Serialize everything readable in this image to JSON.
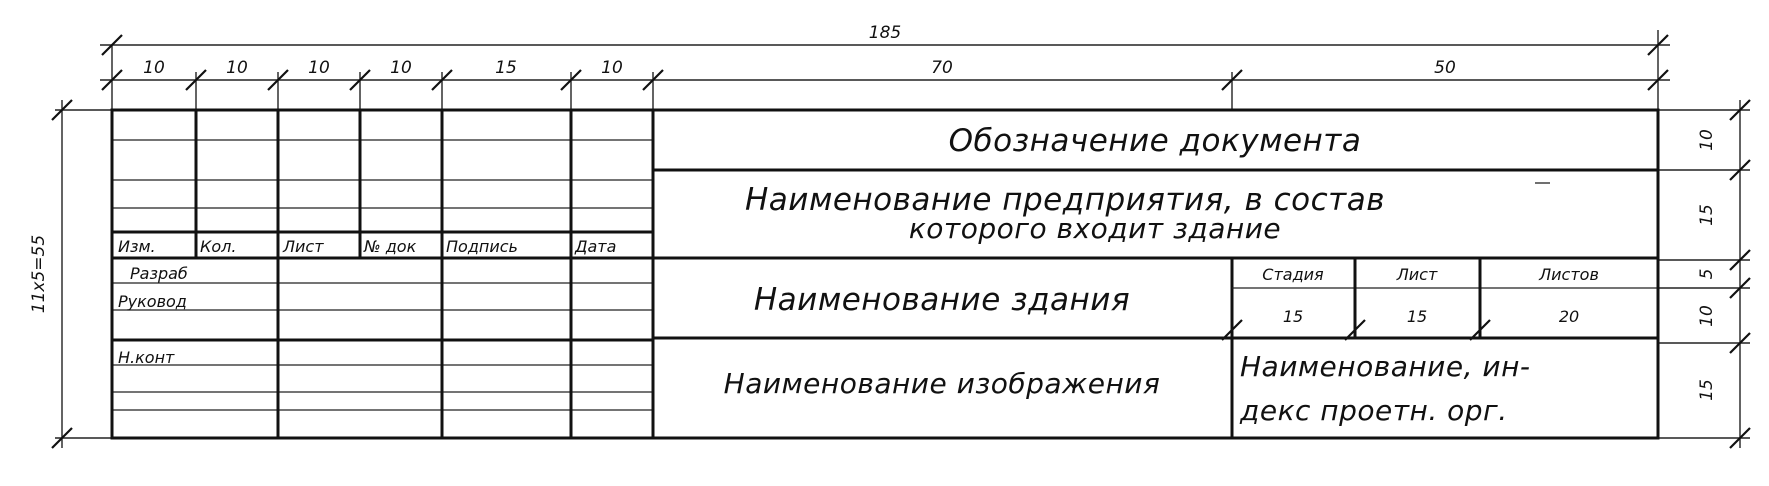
{
  "dimensions": {
    "total_width": "185",
    "columns": [
      "10",
      "10",
      "10",
      "10",
      "15",
      "10",
      "70",
      "50"
    ],
    "left_height": "11х5=55",
    "right_rows": [
      "10",
      "15",
      "5",
      "10",
      "15"
    ]
  },
  "header_cells": {
    "izm": "Изм.",
    "kol": "Кол.",
    "list": "Лист",
    "ndok": "№ док",
    "podpis": "Подпись",
    "data": "Дата"
  },
  "row_labels": {
    "razrab": "Разраб",
    "rukovod": "Руковод",
    "nkontr": "Н.конт"
  },
  "fields": {
    "designation": "Обозначение документа",
    "enterprise_line1": "Наименование предприятия, в состав",
    "enterprise_line2": "которого входит здание",
    "building": "Наименование здания",
    "image_name": "Наименование изображения",
    "org_line1": "Наименование, ин-",
    "org_line2": "декс проетн. орг."
  },
  "stage_block": {
    "headers": [
      "Стадия",
      "Лист",
      "Листов"
    ],
    "values": [
      "15",
      "15",
      "20"
    ]
  }
}
